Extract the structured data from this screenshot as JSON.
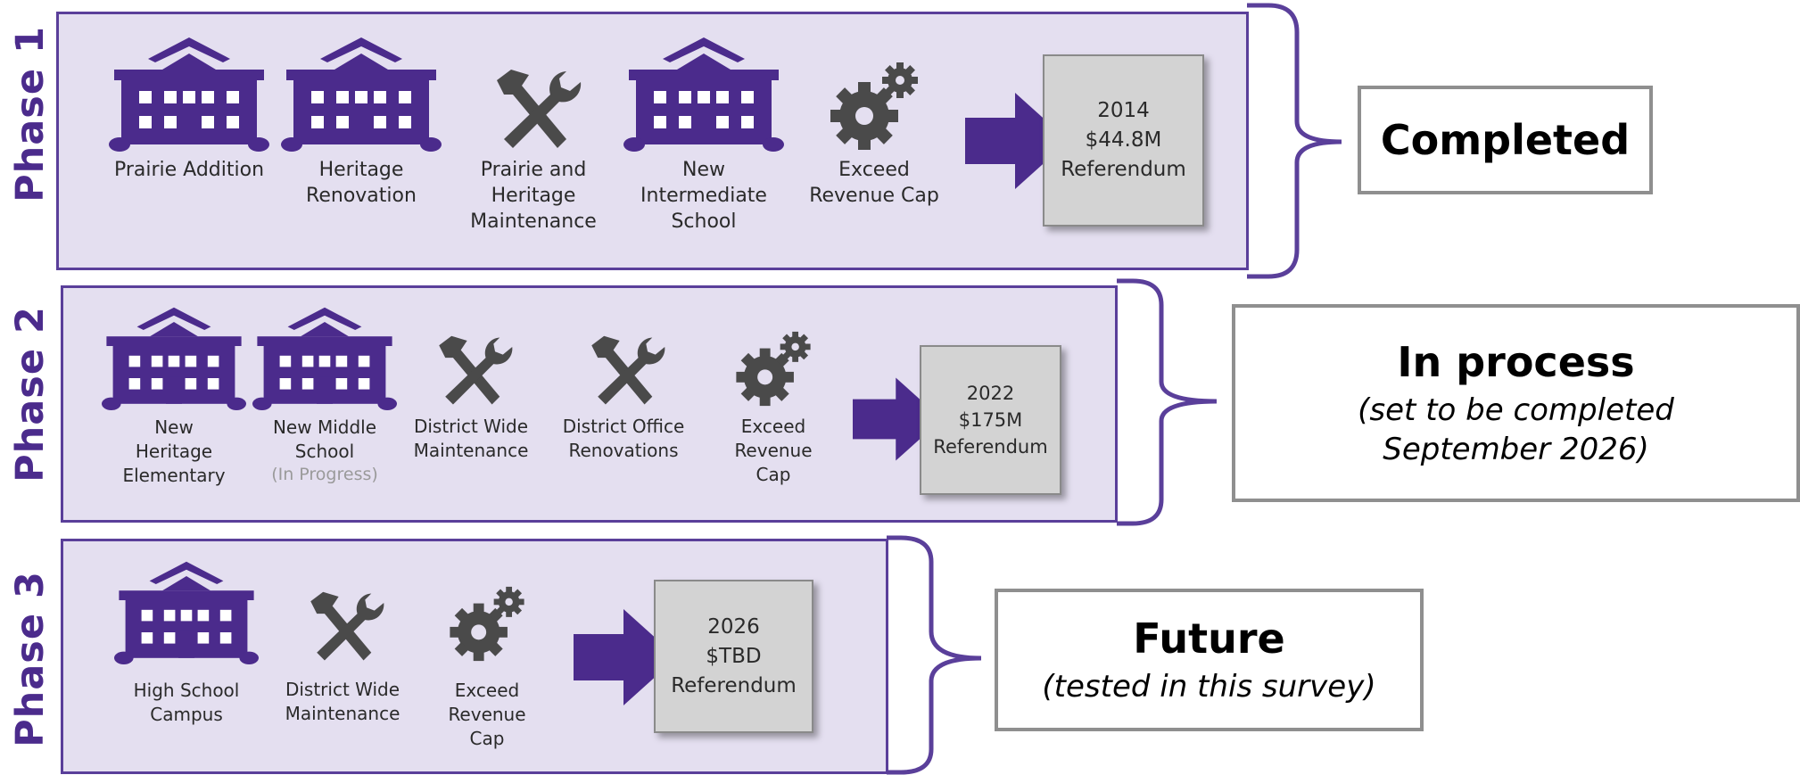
{
  "colors": {
    "accent": "#4b2b8c",
    "panel": "#e4dff0",
    "panel_border": "#5a3f9a",
    "icon_gray": "#4a4a4a",
    "ref_box": "#d3d3d3",
    "status_border": "#8f8f8f"
  },
  "phases": [
    {
      "label": "Phase 1",
      "items": [
        {
          "icon": "school-building-icon",
          "label": "Prairie Addition"
        },
        {
          "icon": "school-building-icon",
          "label": "Heritage Renovation"
        },
        {
          "icon": "hammer-wrench-icon",
          "label": "Prairie and Heritage Maintenance"
        },
        {
          "icon": "school-building-icon",
          "label": "New Intermediate School"
        },
        {
          "icon": "gears-icon",
          "label": "Exceed Revenue Cap"
        }
      ],
      "arrow_icon": "right-arrow-icon",
      "referendum": {
        "year": "2014",
        "amount": "$44.8M",
        "label": "Referendum"
      },
      "status": {
        "title": "Completed",
        "subtitle": ""
      }
    },
    {
      "label": "Phase 2",
      "items": [
        {
          "icon": "school-building-icon",
          "label": "New Heritage Elementary"
        },
        {
          "icon": "school-building-icon",
          "label": "New Middle School",
          "note": "(In Progress)"
        },
        {
          "icon": "hammer-wrench-icon",
          "label": "District Wide Maintenance"
        },
        {
          "icon": "hammer-wrench-icon",
          "label": "District Office Renovations"
        },
        {
          "icon": "gears-icon",
          "label": "Exceed Revenue Cap"
        }
      ],
      "arrow_icon": "right-arrow-icon",
      "referendum": {
        "year": "2022",
        "amount": "$175M",
        "label": "Referendum"
      },
      "status": {
        "title": "In process",
        "subtitle": "(set to be completed September 2026)"
      }
    },
    {
      "label": "Phase 3",
      "items": [
        {
          "icon": "school-building-icon",
          "label": "High School Campus"
        },
        {
          "icon": "hammer-wrench-icon",
          "label": "District Wide Maintenance"
        },
        {
          "icon": "gears-icon",
          "label": "Exceed Revenue Cap"
        }
      ],
      "arrow_icon": "right-arrow-icon",
      "referendum": {
        "year": "2026",
        "amount": "$TBD",
        "label": "Referendum"
      },
      "status": {
        "title": "Future",
        "subtitle": "(tested in this survey)"
      }
    }
  ]
}
